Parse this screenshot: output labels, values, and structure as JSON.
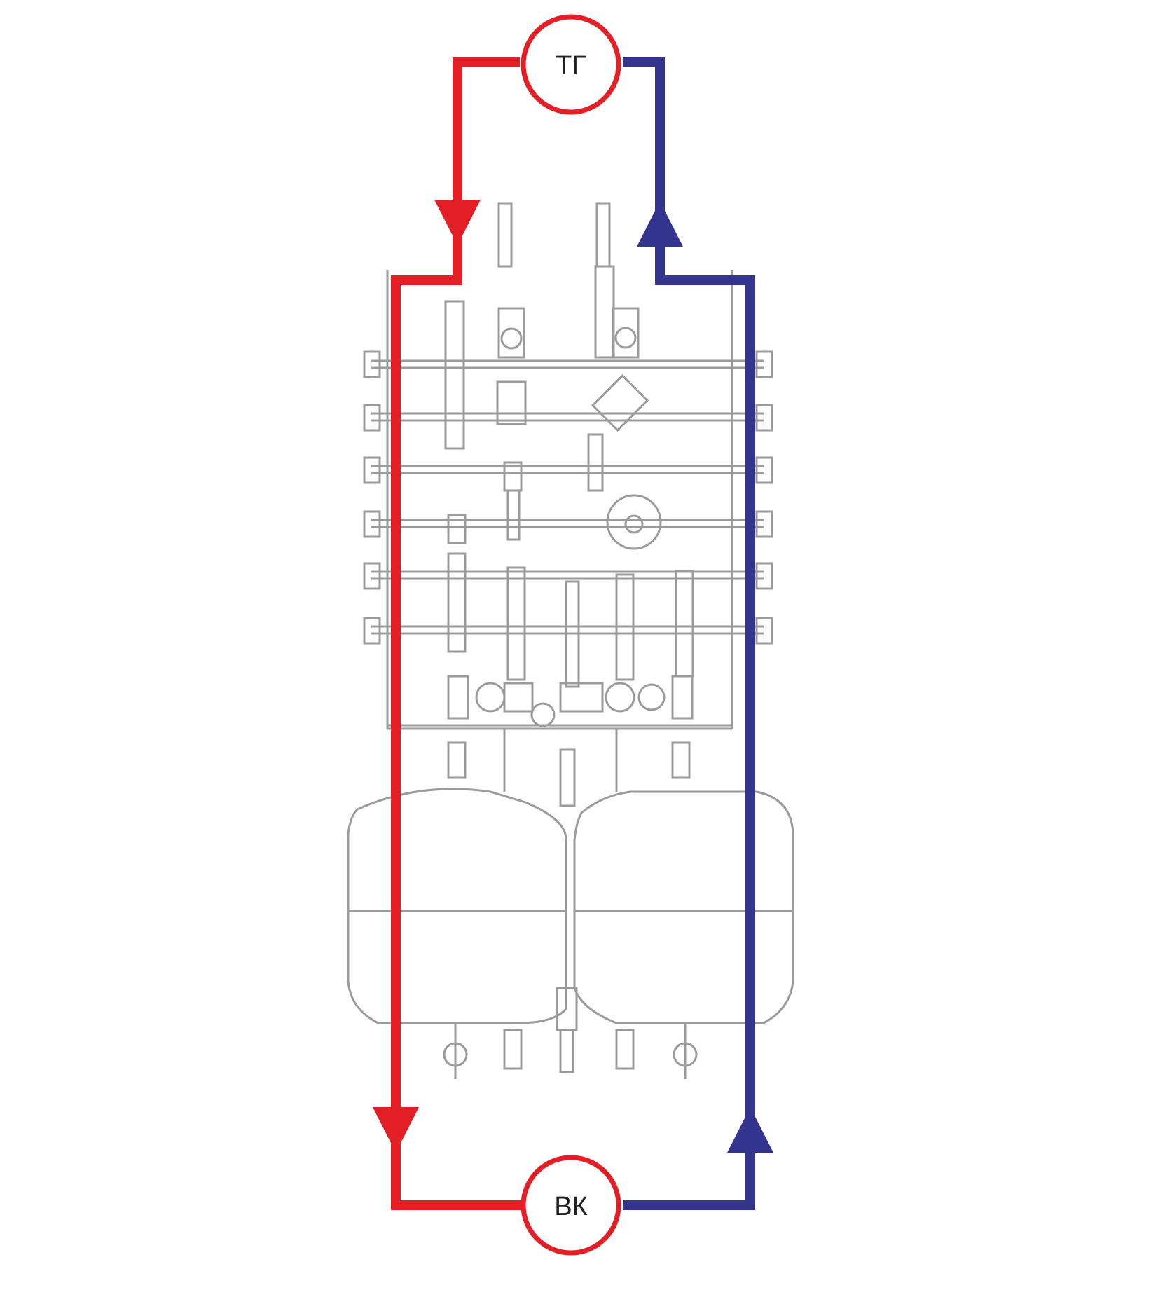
{
  "nodes": {
    "top": {
      "label": "ТГ"
    },
    "bottom": {
      "label": "ВК"
    }
  },
  "colors": {
    "supply": "#e31e24",
    "return": "#33348e",
    "equipment": "#8a8a8a",
    "node_ring": "#e31e24",
    "background": "#ffffff"
  },
  "flow": {
    "supply_direction": "down",
    "return_direction": "up"
  }
}
